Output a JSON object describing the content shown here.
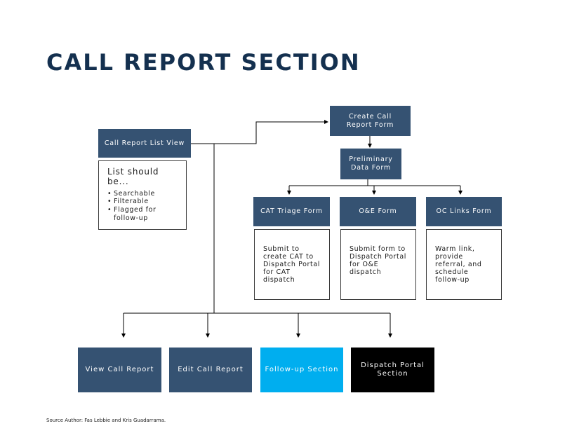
{
  "title": "CALL REPORT SECTION",
  "list_view": {
    "label": "Call Report List View",
    "note_heading": "List should be...",
    "items": [
      "Searchable",
      "Filterable",
      "Flagged for follow-up"
    ]
  },
  "create_form": {
    "label": "Create Call Report Form"
  },
  "preliminary_form": {
    "label": "Preliminary Data Form"
  },
  "forms": [
    {
      "label": "CAT Triage Form",
      "description": "Submit to create CAT to Dispatch Portal for CAT dispatch"
    },
    {
      "label": "O&E Form",
      "description": "Submit form to Dispatch Portal for O&E dispatch"
    },
    {
      "label": "OC Links Form",
      "description": "Warm link, provide referral, and schedule follow-up"
    }
  ],
  "bottom": [
    {
      "label": "View Call Report"
    },
    {
      "label": "Edit Call Report"
    },
    {
      "label": "Follow-up Section"
    },
    {
      "label": "Dispatch Portal Section"
    }
  ],
  "source": "Source Author: Fas Lebbie and Kris Guadarrama.",
  "colors": {
    "title": "#14304f",
    "box": "#355272",
    "follow_up": "#00aeef",
    "dispatch": "#000000",
    "lines": "#000000"
  }
}
